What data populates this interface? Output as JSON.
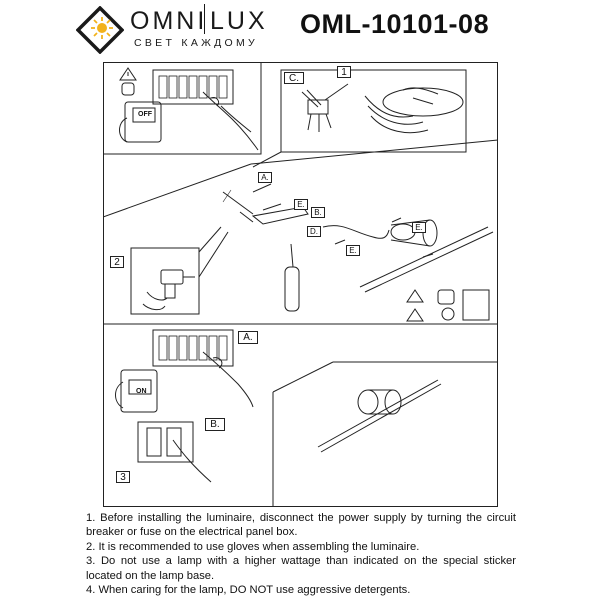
{
  "header": {
    "brand_left": "OMNI",
    "brand_right": "LUX",
    "tagline": "СВЕТ КАЖДОМУ",
    "model": "OML-10101-08"
  },
  "diagram": {
    "step1_label": "1",
    "step2_label": "2",
    "step3_label": "3",
    "label_c": "C.",
    "label_a_small": "A.",
    "label_b_small": "B.",
    "label_d_small": "D.",
    "label_e_left": "E.",
    "label_e_right": "E.",
    "label_e_top": "E.",
    "label_a_large": "A.",
    "label_b_large": "B.",
    "off_text": "OFF",
    "on_text": "ON"
  },
  "instructions": [
    "1. Before installing the luminaire, disconnect the power supply by turning the circuit breaker or fuse on the electrical panel box.",
    "2. It is recommended to use gloves when assembling the luminaire.",
    "3. Do not use a lamp with a higher wattage than indicated on the special sticker located on the lamp base.",
    "4. When caring for the lamp, DO NOT use aggressive detergents."
  ]
}
